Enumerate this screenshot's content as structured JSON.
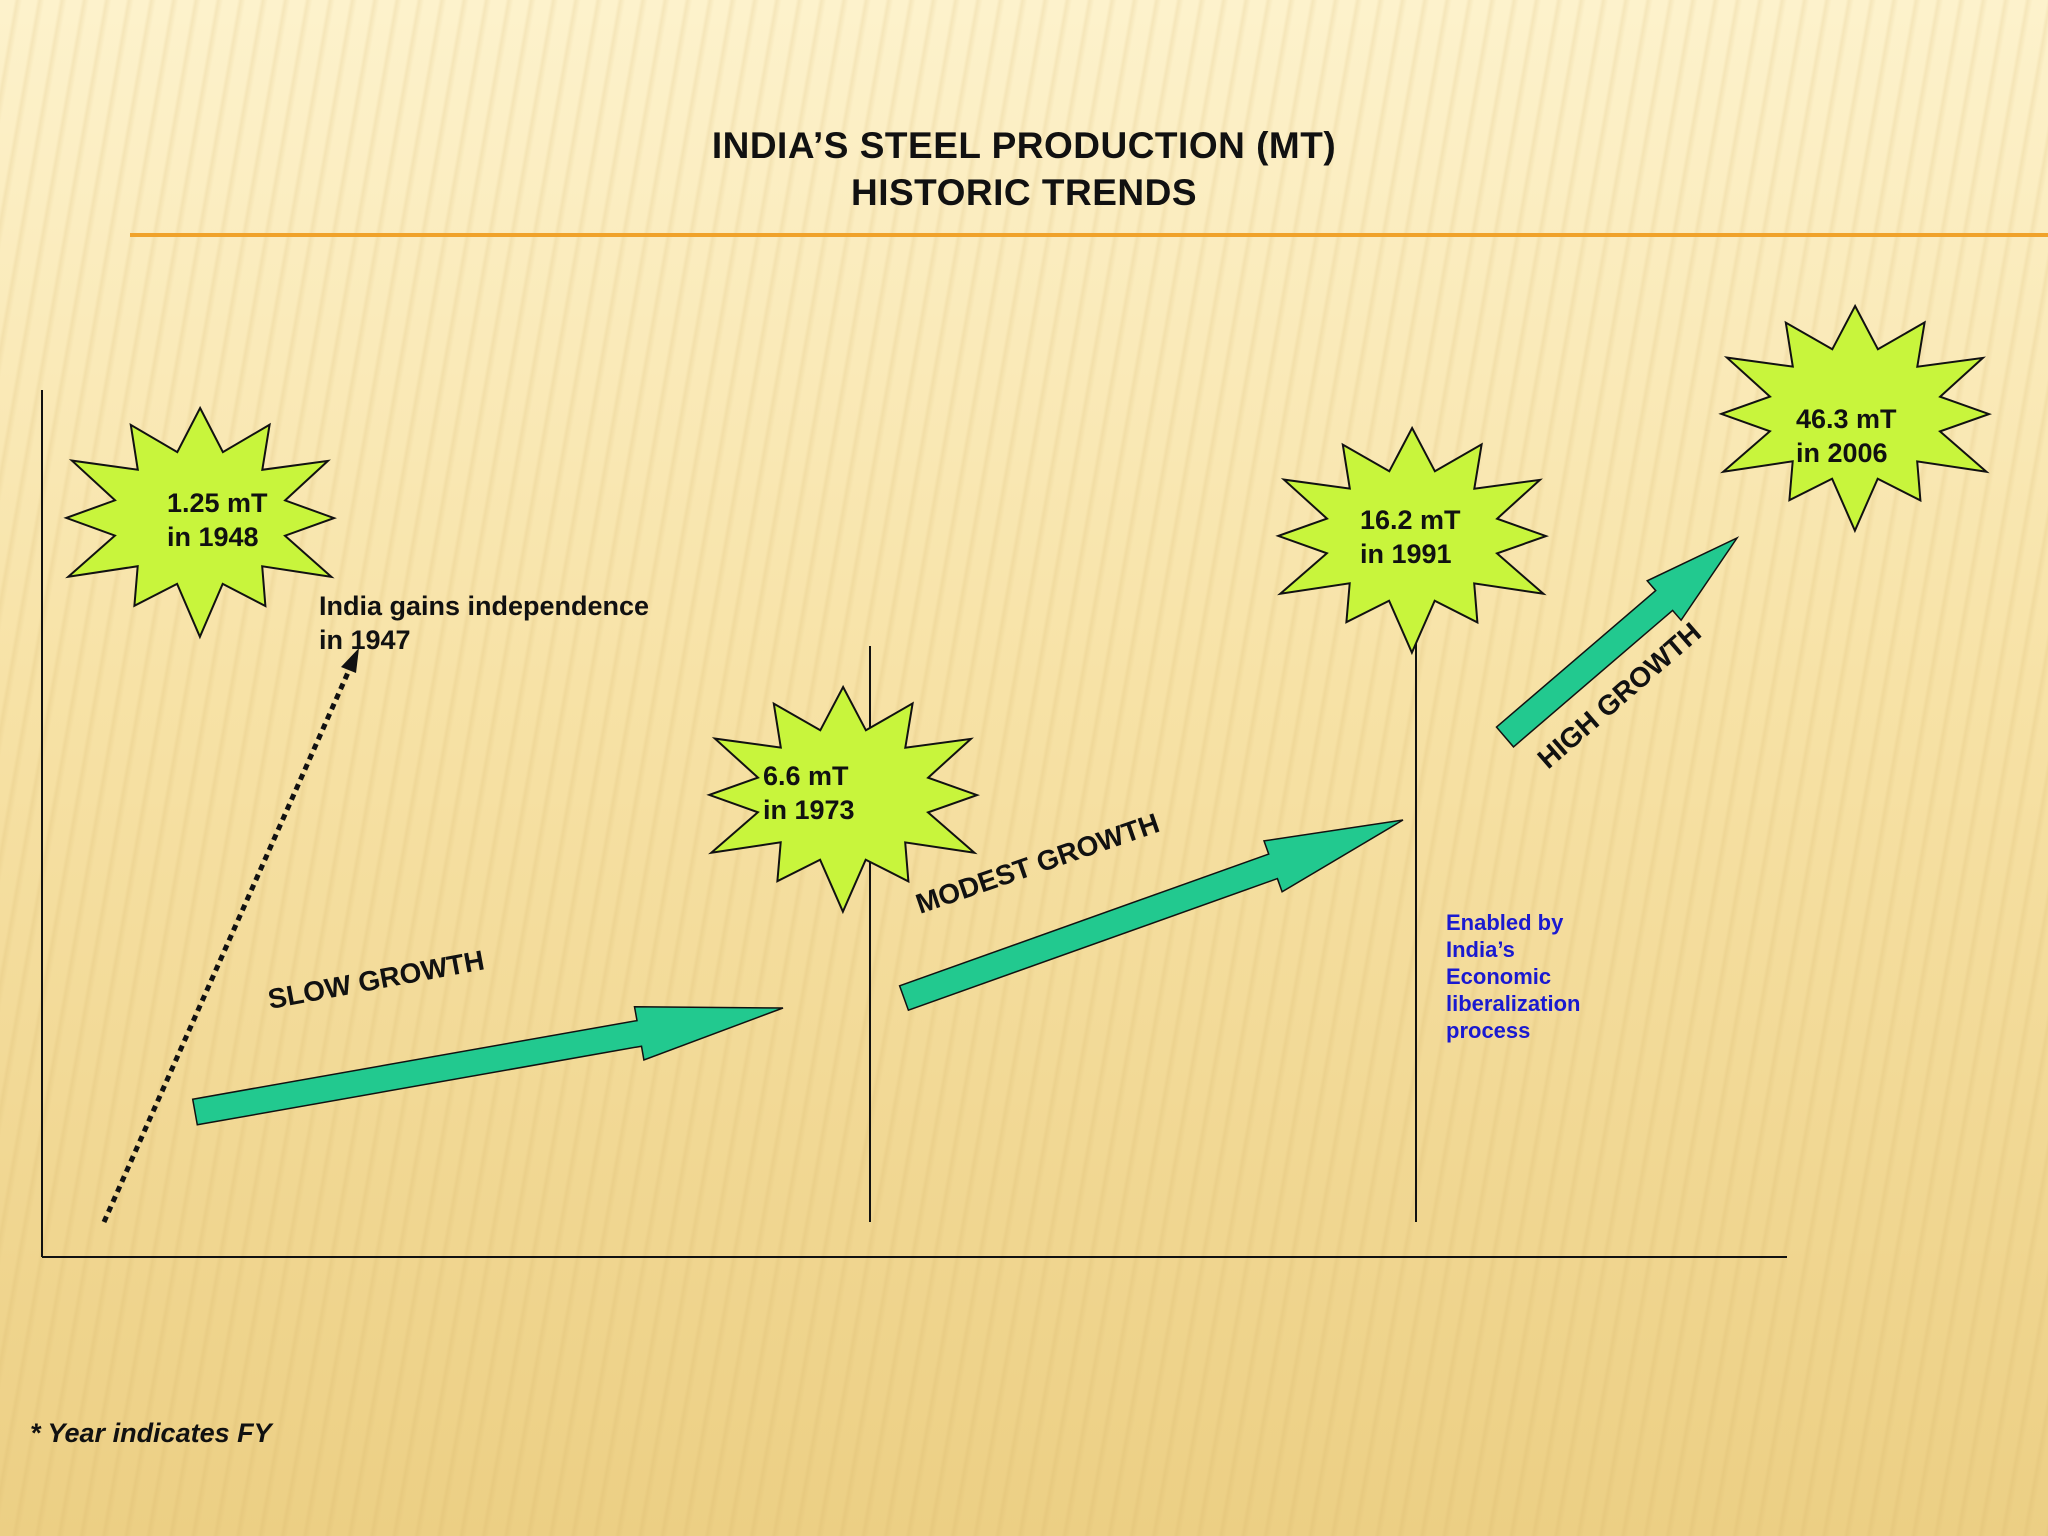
{
  "title": {
    "line1": "INDIA’S  STEEL PRODUCTION (MT)",
    "line2": "HISTORIC TRENDS"
  },
  "milestones": [
    {
      "line1": "1.25 mT",
      "line2": "in  1948",
      "value_mt": 1.25,
      "year": 1948
    },
    {
      "line1": "6.6 mT",
      "line2": "in  1973",
      "value_mt": 6.6,
      "year": 1973
    },
    {
      "line1": "16.2 mT",
      "line2": "in  1991",
      "value_mt": 16.2,
      "year": 1991
    },
    {
      "line1": "46.3 mT",
      "line2": "in  2006",
      "value_mt": 46.3,
      "year": 2006
    }
  ],
  "phases": [
    "SLOW GROWTH",
    "MODEST GROWTH",
    "HIGH GROWTH"
  ],
  "independence_note": {
    "line1": "India gains independence",
    "line2": "in 1947"
  },
  "liberalization_note": [
    "Enabled by",
    "India’s",
    "Economic",
    "liberalization",
    "process"
  ],
  "footnote": "*  Year indicates FY",
  "colors": {
    "burst_fill": "#c8f53c",
    "arrow_fill": "#22c98f",
    "note_blue": "#1a1ad0",
    "rule": "#f0a22a"
  }
}
